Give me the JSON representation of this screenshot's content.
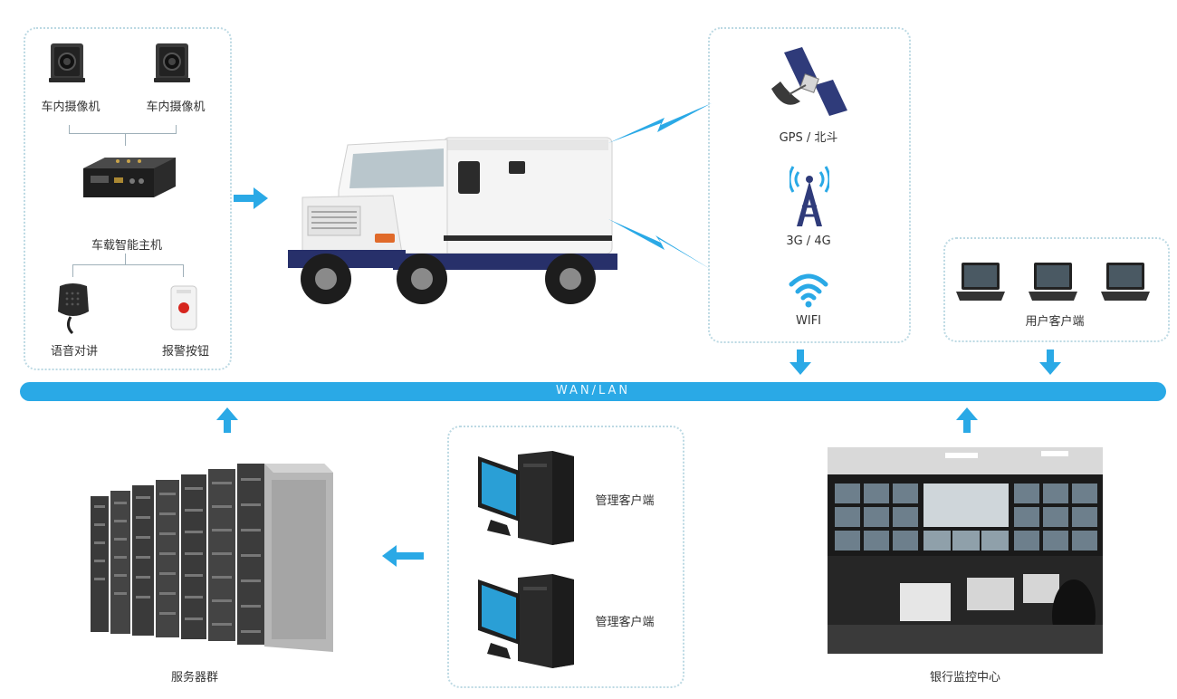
{
  "vehicle_devices": {
    "camera1": "车内摄像机",
    "camera2": "车内摄像机",
    "host": "车载智能主机",
    "intercom": "语音对讲",
    "alarm": "报警按钮"
  },
  "comm": {
    "gps": "GPS / 北斗",
    "cellular": "3G / 4G",
    "wifi": "WIFI"
  },
  "user_clients_label": "用户客户端",
  "bus_label": "WAN/LAN",
  "server_label": "服务器群",
  "mgmt_clients": [
    "管理客户端",
    "管理客户端"
  ],
  "monitor_center_label": "银行监控中心",
  "colors": {
    "accent": "#2aa9e6",
    "box_border": "#bcd9e3"
  }
}
